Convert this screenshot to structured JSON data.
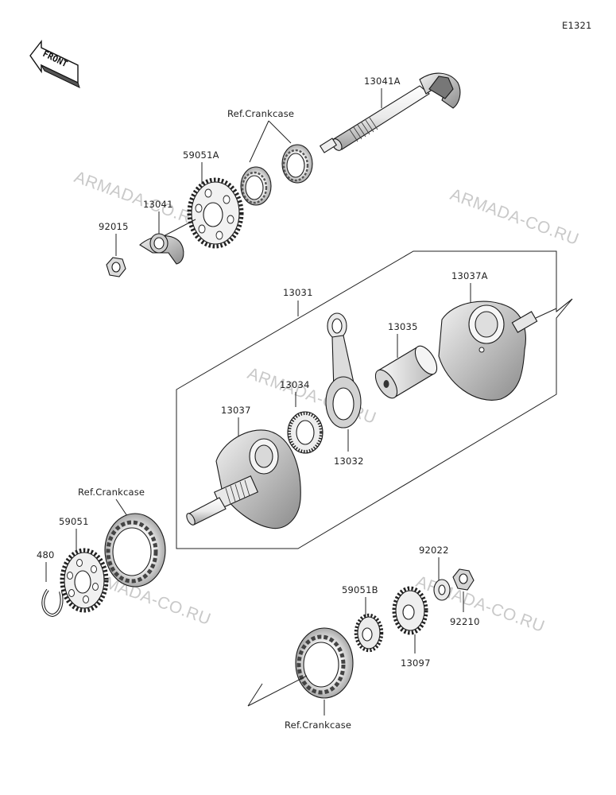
{
  "diagram_id": "E1321",
  "front_label": "FRONT",
  "watermark": "ARMADA-CO.RU",
  "labels": {
    "p13041A": "13041A",
    "ref_top": "Ref.Crankcase",
    "p59051A": "59051A",
    "p13041": "13041",
    "p92015": "92015",
    "p13031": "13031",
    "p13037A": "13037A",
    "p13035": "13035",
    "p13034": "13034",
    "p13037": "13037",
    "p13032": "13032",
    "ref_left": "Ref.Crankcase",
    "p59051": "59051",
    "p480": "480",
    "p92022": "92022",
    "p59051B": "59051B",
    "p92210": "92210",
    "p13097": "13097",
    "ref_bottom": "Ref.Crankcase"
  }
}
